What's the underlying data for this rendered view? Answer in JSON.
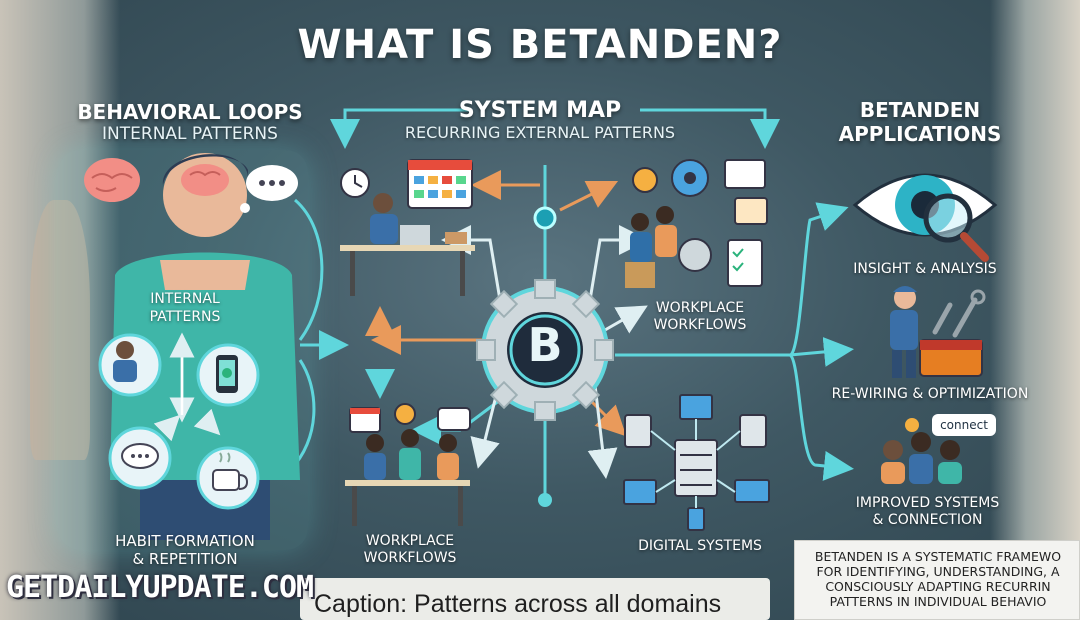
{
  "title": "WHAT IS BETANDEN?",
  "left": {
    "heading": "BEHAVIORAL LOOPS",
    "subheading": "INTERNAL PATTERNS",
    "inner_label_line1": "INTERNAL",
    "inner_label_line2": "PATTERNS",
    "bottom_line1": "HABIT FORMATION",
    "bottom_line2": "& REPETITION"
  },
  "center": {
    "heading": "SYSTEM MAP",
    "subheading": "RECURRING EXTERNAL PATTERNS",
    "logo_letter": "B",
    "workplace_top_line1": "WORKPLACE",
    "workplace_top_line2": "WORKFLOWS",
    "workplace_bottom_line1": "WORKPLACE",
    "workplace_bottom_line2": "WORKFLOWS",
    "digital_systems": "DIGITAL SYSTEMS"
  },
  "right": {
    "heading_line1": "BETANDEN",
    "heading_line2": "APPLICATIONS",
    "insight": "INSIGHT & ANALYSIS",
    "rewiring": "RE-WIRING & OPTIMIZATION",
    "connect_bubble": "connect",
    "improved_line1": "IMPROVED SYSTEMS",
    "improved_line2": "& CONNECTION"
  },
  "description": {
    "line1": "BETANDEN IS A SYSTEMATIC FRAMEWO",
    "line2": "FOR IDENTIFYING, UNDERSTANDING, A",
    "line3": "CONSCIOUSLY ADAPTING RECURRIN",
    "line4": "PATTERNS IN INDIVIDUAL BEHAVIO"
  },
  "caption": "Caption: Patterns across all domains",
  "watermark": "GETDAILYUPDATE.COM",
  "colors": {
    "accent_teal": "#5fd6dc",
    "accent_orange": "#e99a5b",
    "panel_blue": "#3a6fa8",
    "shirt_teal": "#3fb6a8"
  },
  "icons": [
    "brain-icon",
    "thought-bubble-icon",
    "smartphone-icon",
    "coffee-cup-icon",
    "clock-icon",
    "calendar-icon",
    "gear-icon",
    "checklist-icon",
    "server-icon",
    "monitor-icon",
    "eye-icon",
    "magnifier-icon",
    "wrench-icon",
    "toolbox-icon",
    "people-icon"
  ]
}
